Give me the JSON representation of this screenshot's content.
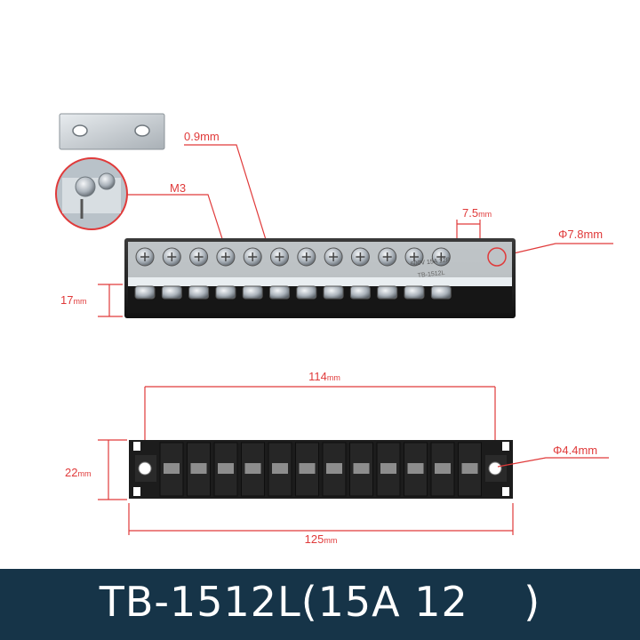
{
  "dimensions": {
    "plate_thickness": "0.9mm",
    "screw_size": "M3",
    "terminal_pitch": "7.5",
    "terminal_pitch_unit": "mm",
    "screw_head_diameter": "Φ7.8mm",
    "height": "17",
    "height_unit": "mm",
    "hole_spacing": "114",
    "hole_spacing_unit": "mm",
    "mount_hole_diameter": "Φ4.4mm",
    "width": "22",
    "width_unit": "mm",
    "overall_length": "125",
    "overall_length_unit": "mm"
  },
  "block_marking": {
    "line1": "600V 15A 12P",
    "line2": "TB-1512L"
  },
  "product": {
    "title": "TB-1512L(15A 12    )"
  },
  "colors": {
    "dimension": "#e03a3a",
    "banner": "#163448",
    "block": "#1c1c1c"
  }
}
